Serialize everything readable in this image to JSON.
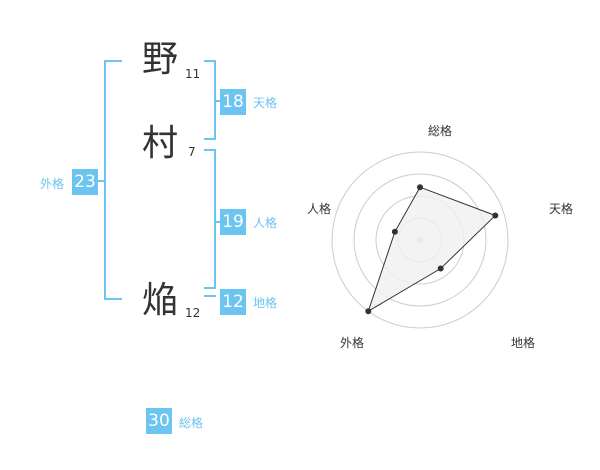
{
  "name": {
    "chars": [
      {
        "char": "野",
        "strokes": "11"
      },
      {
        "char": "村",
        "strokes": "7"
      },
      {
        "char": "焔",
        "strokes": "12"
      }
    ]
  },
  "kakusu": {
    "tenkaku": {
      "value": "18",
      "label": "天格"
    },
    "jinkaku": {
      "value": "19",
      "label": "人格"
    },
    "chikaku": {
      "value": "12",
      "label": "地格"
    },
    "gaikaku": {
      "value": "23",
      "label": "外格"
    },
    "soukaku": {
      "value": "30",
      "label": "総格"
    }
  },
  "chart_data": {
    "type": "radar",
    "axes": [
      "総格",
      "天格",
      "地格",
      "外格",
      "人格"
    ],
    "values": [
      0.6,
      0.9,
      0.4,
      1.0,
      0.3
    ],
    "range": [
      0,
      1
    ],
    "rings": 4,
    "colors": {
      "ring": "#cccccc",
      "fill": "#f0f0f0",
      "line": "#333333",
      "point": "#333333"
    }
  },
  "colors": {
    "accent": "#6cc4f0",
    "text": "#333333"
  }
}
